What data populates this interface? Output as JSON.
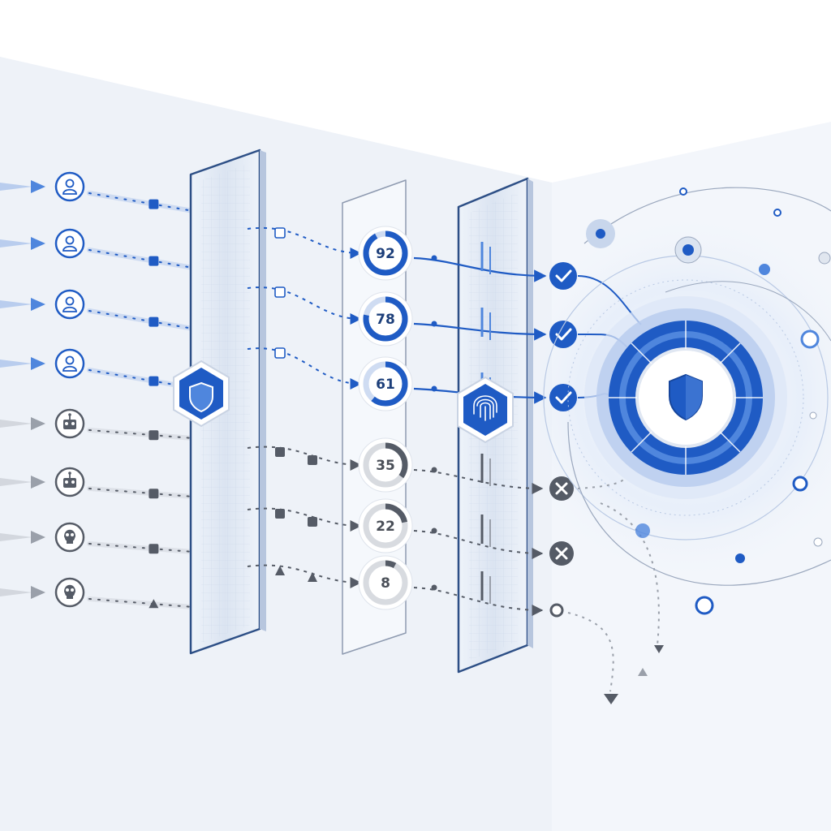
{
  "palette": {
    "primary": "#1f5bc4",
    "primary_dark": "#17469c",
    "primary_light": "#4f86dd",
    "accent_pale": "#cfdcf2",
    "gray": "#555b66",
    "gray_light": "#9aa0aa",
    "panel_fill": "#e2e9f4",
    "panel_edge": "#2d4f86",
    "background": "#f3f6fb"
  },
  "sources": [
    {
      "kind": "user",
      "icon": "user-icon",
      "trusted": true
    },
    {
      "kind": "user",
      "icon": "user-icon",
      "trusted": true
    },
    {
      "kind": "user",
      "icon": "user-icon",
      "trusted": true
    },
    {
      "kind": "user",
      "icon": "user-icon",
      "trusted": true
    },
    {
      "kind": "bot",
      "icon": "robot-icon",
      "trusted": false
    },
    {
      "kind": "bot",
      "icon": "robot-icon",
      "trusted": false
    },
    {
      "kind": "malicious",
      "icon": "skull-icon",
      "trusted": false
    },
    {
      "kind": "malicious",
      "icon": "skull-icon",
      "trusted": false
    }
  ],
  "scores": [
    {
      "label": "92",
      "value": 92,
      "trusted": true
    },
    {
      "label": "78",
      "value": 78,
      "trusted": true
    },
    {
      "label": "61",
      "value": 61,
      "trusted": true
    },
    {
      "label": "35",
      "value": 35,
      "trusted": false
    },
    {
      "label": "22",
      "value": 22,
      "trusted": false
    },
    {
      "label": "8",
      "value": 8,
      "trusted": false
    }
  ],
  "outcomes": [
    {
      "result": "allowed",
      "icon": "checkmark-icon"
    },
    {
      "result": "allowed",
      "icon": "checkmark-icon"
    },
    {
      "result": "allowed",
      "icon": "checkmark-icon"
    },
    {
      "result": "blocked",
      "icon": "cross-icon"
    },
    {
      "result": "blocked",
      "icon": "cross-icon"
    },
    {
      "result": "dropped",
      "icon": "open-circle-icon"
    }
  ],
  "gates": [
    {
      "name": "shield-gate",
      "icon": "shield-icon"
    },
    {
      "name": "biometric-gate",
      "icon": "fingerprint-icon"
    }
  ],
  "core": {
    "icon": "shield-icon"
  }
}
